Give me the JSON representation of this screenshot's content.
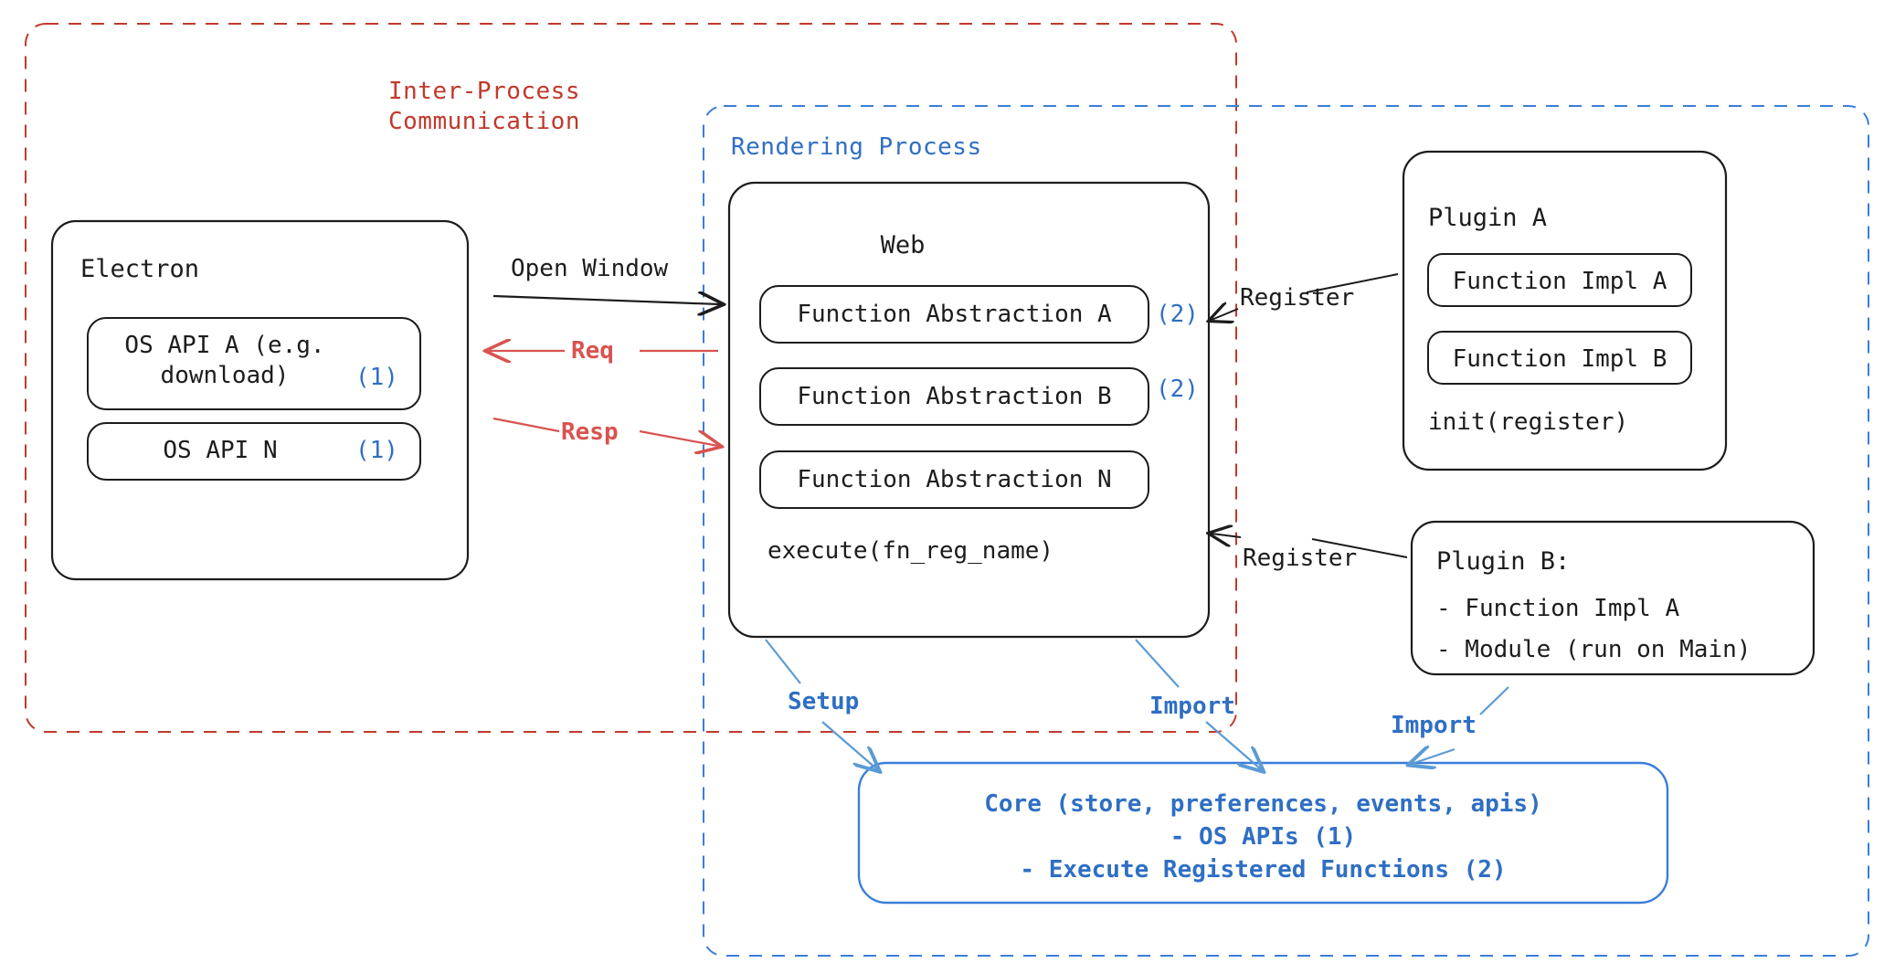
{
  "diagram": {
    "title": "Electron plugin architecture",
    "colors": {
      "ipc_red": "#c0392b",
      "arrow_red": "#d9534f",
      "process_blue": "#2f6fc4",
      "core_blue": "#3b7dd8",
      "stroke_black": "#1c1c1c"
    },
    "groups": {
      "ipc": {
        "label": "Inter-Process\nCommunication"
      },
      "rendering": {
        "label": "Rendering Process"
      }
    },
    "electron": {
      "title": "Electron",
      "items": [
        {
          "label": "OS API A (e.g.\ndownload)",
          "marker": "(1)"
        },
        {
          "label": "OS API N",
          "marker": "(1)"
        }
      ]
    },
    "web": {
      "title": "Web",
      "items": [
        {
          "label": "Function Abstraction A",
          "marker": "(2)"
        },
        {
          "label": "Function Abstraction B",
          "marker": "(2)"
        },
        {
          "label": "Function Abstraction N",
          "marker": ""
        }
      ],
      "footer": "execute(fn_reg_name)"
    },
    "plugin_a": {
      "title": "Plugin A",
      "items": [
        {
          "label": "Function Impl A"
        },
        {
          "label": "Function Impl B"
        }
      ],
      "footer": "init(register)"
    },
    "plugin_b": {
      "title": "Plugin B:",
      "lines": [
        "- Function Impl A",
        "- Module (run on Main)"
      ]
    },
    "core": {
      "lines": [
        "Core (store, preferences, events, apis)",
        "- OS APIs (1)",
        "- Execute Registered Functions (2)"
      ]
    },
    "edges": {
      "open_window": "Open Window",
      "req": "Req",
      "resp": "Resp",
      "register_a": "Register",
      "register_b": "Register",
      "setup": "Setup",
      "import_web": "Import",
      "import_plugin_b": "Import"
    }
  }
}
